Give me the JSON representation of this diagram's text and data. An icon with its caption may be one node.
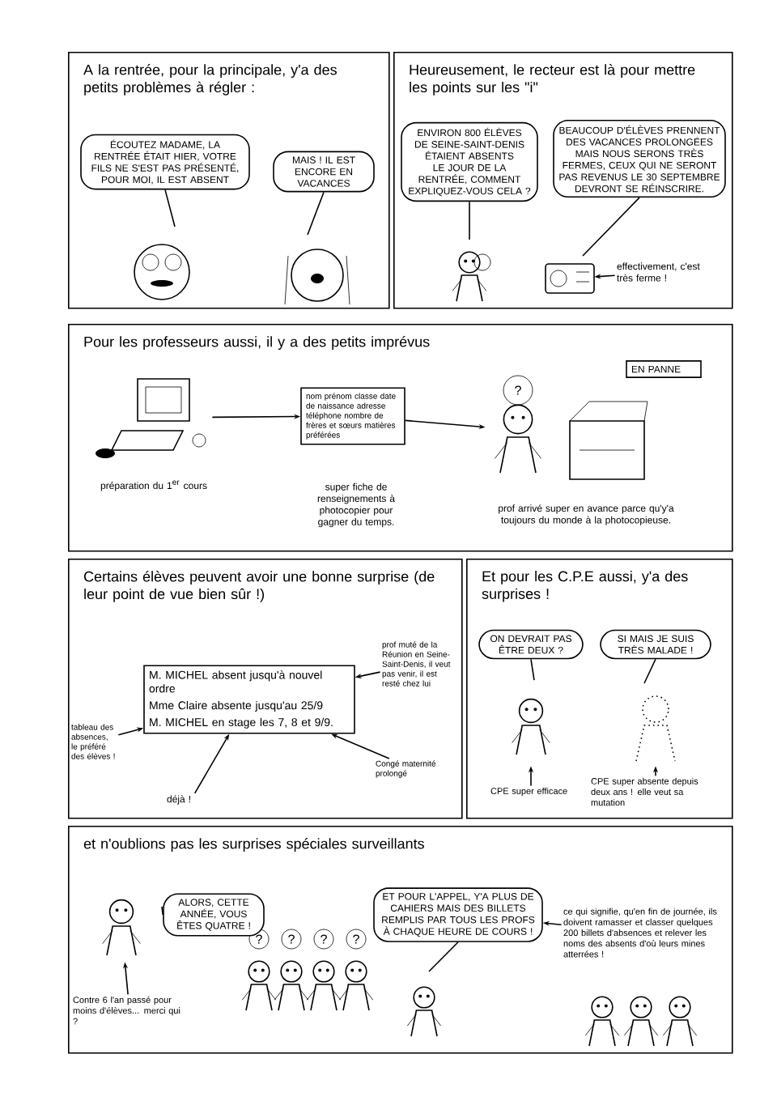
{
  "diagram": {
    "nodes": [
      {
        "text": [
          "A la rentrée, pour la principale, y'a des petits problèmes à régler :"
        ]
      },
      {
        "text": [
          "ÉCOUTEZ MADAME, LA RENTRÉE ÉTAIT HIER, VOTRE FILS NE S'EST PAS PRÉSENTÉ, POUR MOI, IL EST ABSENT"
        ],
        "in": 0
      },
      {
        "text": [
          "MAIS ! IL EST ENCORE EN VACANCES"
        ],
        "in": 0
      },
      {
        "text": [
          "Heureusement, le recteur est là pour mettre les points sur les \"i\""
        ]
      },
      {
        "text": [
          "ENVIRON 800 ÉLÈVES DE SEINE-SAINT-DENIS ÉTAIENT ABSENTS LE JOUR DE LA RENTRÉE, COMMENT EXPLIQUEZ-VOUS CELA ?"
        ],
        "in": 3
      },
      {
        "text": [
          "BEAUCOUP D'ÉLÈVES PRENNENT DES VACANCES PROLONGÉES MAIS NOUS SERONS TRÈS FERMES, CEUX QUI NE SERONT PAS REVENUS LE 30 SEPTEMBRE DEVRONT SE RÉINSCRIRE."
        ],
        "in": 3
      },
      {
        "text": [],
        "shape": "picture",
        "in": 3
      },
      {
        "text": [
          "effectivement, c'est très ferme !"
        ],
        "in": 3
      },
      {
        "text": [
          "Pour les professeurs aussi, il y a des petits imprévus"
        ]
      },
      {
        "text": [],
        "shape": "picture",
        "in": 8,
        "beside": [
          "préparation du 1$^{er}$ cours"
        ]
      },
      {
        "text": [
          "nom prénom classe date de naissance adresse téléphone nombre de frères et sœurs matières préférées"
        ],
        "in": 8,
        "beside": [
          "super fiche de renseignements à photocopier pour gagner du temps."
        ]
      },
      {
        "text": [],
        "shape": "picture",
        "in": 8,
        "beside": [
          "prof arrivé super en avance parce qu'y'a toujours du monde à la photocopieuse."
        ]
      },
      {
        "text": [
          "EN PANNE"
        ],
        "in": 8
      },
      {
        "text": [
          "Certains élèves peuvent avoir une bonne surprise (de leur point de vue bien sûr !)"
        ]
      },
      {
        "text": [
          "M. MICHEL absent jusqu'à nouvel ordre",
          "Mme Claire absente jusqu'au 25/9",
          "M. MICHEL en stage les 7, 8 et 9/9."
        ],
        "in": 13
      },
      {
        "text": [
          "tableau des absences, le préféré des élèves !"
        ],
        "in": 13
      },
      {
        "text": [
          "prof muté de la Réunion en Seine-Saint-Denis, il veut pas venir, il est resté chez lui"
        ],
        "in": 13
      },
      {
        "text": [
          "Congé maternité prolongé"
        ],
        "in": 13
      },
      {
        "text": [
          "déjà !"
        ],
        "in": 13
      },
      {
        "text": [
          "Et pour les C.P.E aussi, y'a des surprises !"
        ]
      },
      {
        "text": [
          "ON DEVRAIT PAS ÊTRE DEUX ?"
        ],
        "in": 19
      },
      {
        "text": [
          "SI MAIS JE SUIS TRÈS MALADE !"
        ],
        "in": 19
      },
      {
        "text": [],
        "shape": "picture",
        "in": 19
      },
      {
        "text": [],
        "shape": "picture",
        "in": 19
      },
      {
        "text": [
          "CPE super efficace"
        ],
        "in": 19
      },
      {
        "text": [
          "CPE super absente depuis deux ans ! elle veut sa mutation"
        ],
        "in": 19
      },
      {
        "text": [
          "et n'oublions pas les surprises spéciales surveillants"
        ]
      },
      {
        "text": [],
        "shape": "picture",
        "in": 26
      },
      {
        "text": [
          "ALORS, CETTE ANNÉE, VOUS ÊTES QUATRE !"
        ],
        "in": 26
      },
      {
        "text": [
          "Contre 6 l'an passé pour moins d'élèves... merci qui ?"
        ],
        "in": 26
      },
      {
        "text": [
          "ET POUR L'APPEL, Y'A PLUS DE CAHIERS MAIS DES BILLETS REMPLIS PAR TOUS LES PROFS À CHAQUE HEURE DE COURS !"
        ],
        "in": 26
      },
      {
        "text": [
          "ce qui signifie, qu'en fin de journée, ils doivent ramasser et classer quelques 200 billets d'absences et relever les noms des absents d'où leurs mines atterrées !"
        ],
        "in": 26
      }
    ],
    "edges": [
      {
        "from": 7,
        "to": 6,
        "arrow": "to"
      },
      {
        "from": 9,
        "to": 10,
        "arrow": "to"
      },
      {
        "from": 10,
        "to": 11,
        "arrow": "to"
      },
      {
        "from": 15,
        "to": 14,
        "arrow": "to"
      },
      {
        "from": 16,
        "to": 14,
        "arrow": "to"
      },
      {
        "from": 17,
        "to": 14,
        "arrow": "to"
      },
      {
        "from": 18,
        "to": 14,
        "arrow": "to"
      },
      {
        "from": 24,
        "to": 22,
        "arrow": "to"
      },
      {
        "from": 25,
        "to": 23,
        "arrow": "to"
      },
      {
        "from": 29,
        "to": 27,
        "arrow": "to"
      },
      {
        "from": 31,
        "to": 30,
        "arrow": "to"
      }
    ],
    "labels": [
      "?",
      "?",
      "?",
      "?",
      "?"
    ]
  }
}
